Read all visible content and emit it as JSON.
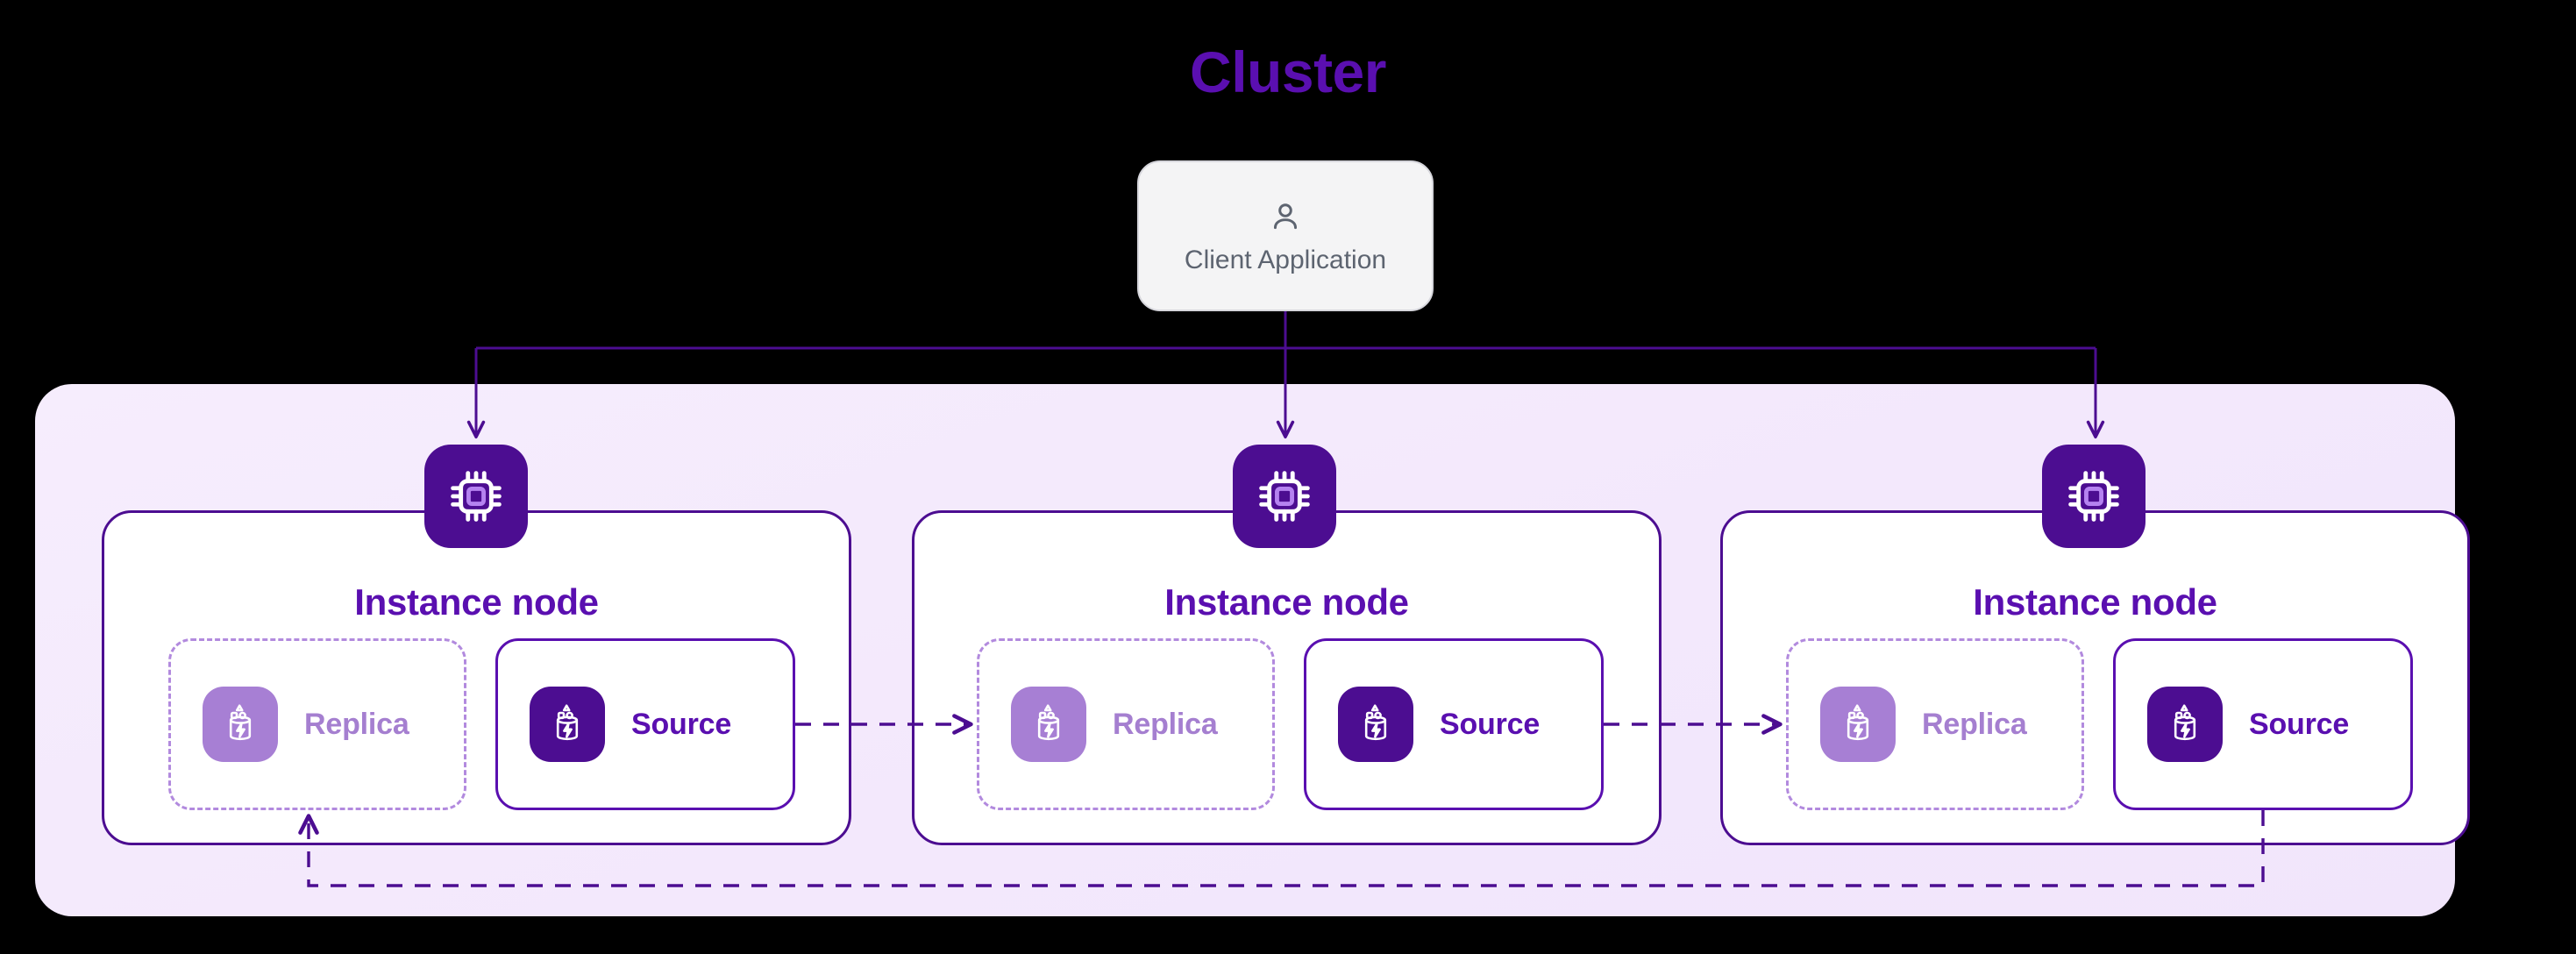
{
  "diagram": {
    "title": "Cluster",
    "title_color": "#5a0fb0",
    "background_color": "#000000",
    "cluster_background": "#f3e8fc"
  },
  "client": {
    "label": "Client Application",
    "icon": "person-icon",
    "background": "#f4f4f5",
    "border_color": "#d6d6dc",
    "text_color": "#5d6470"
  },
  "nodes": [
    {
      "title": "Instance node",
      "cpu_icon": "cpu-chip-icon",
      "replica": {
        "label": "Replica",
        "icon": "database-bolt-icon",
        "color": "#a77fd4"
      },
      "source": {
        "label": "Source",
        "icon": "database-bolt-icon",
        "color": "#4c0d91"
      }
    },
    {
      "title": "Instance node",
      "cpu_icon": "cpu-chip-icon",
      "replica": {
        "label": "Replica",
        "icon": "database-bolt-icon",
        "color": "#a77fd4"
      },
      "source": {
        "label": "Source",
        "icon": "database-bolt-icon",
        "color": "#4c0d91"
      }
    },
    {
      "title": "Instance node",
      "cpu_icon": "cpu-chip-icon",
      "replica": {
        "label": "Replica",
        "icon": "database-bolt-icon",
        "color": "#a77fd4"
      },
      "source": {
        "label": "Source",
        "icon": "database-bolt-icon",
        "color": "#4c0d91"
      }
    }
  ],
  "connectors": {
    "client_to_nodes": {
      "style": "solid",
      "color": "#5a0fb0",
      "arrow": true
    },
    "source_to_replica": {
      "style": "dashed",
      "color": "#4c0d91",
      "arrow": true
    },
    "loopback": {
      "style": "dashed",
      "color": "#4c0d91",
      "arrow": true
    }
  }
}
